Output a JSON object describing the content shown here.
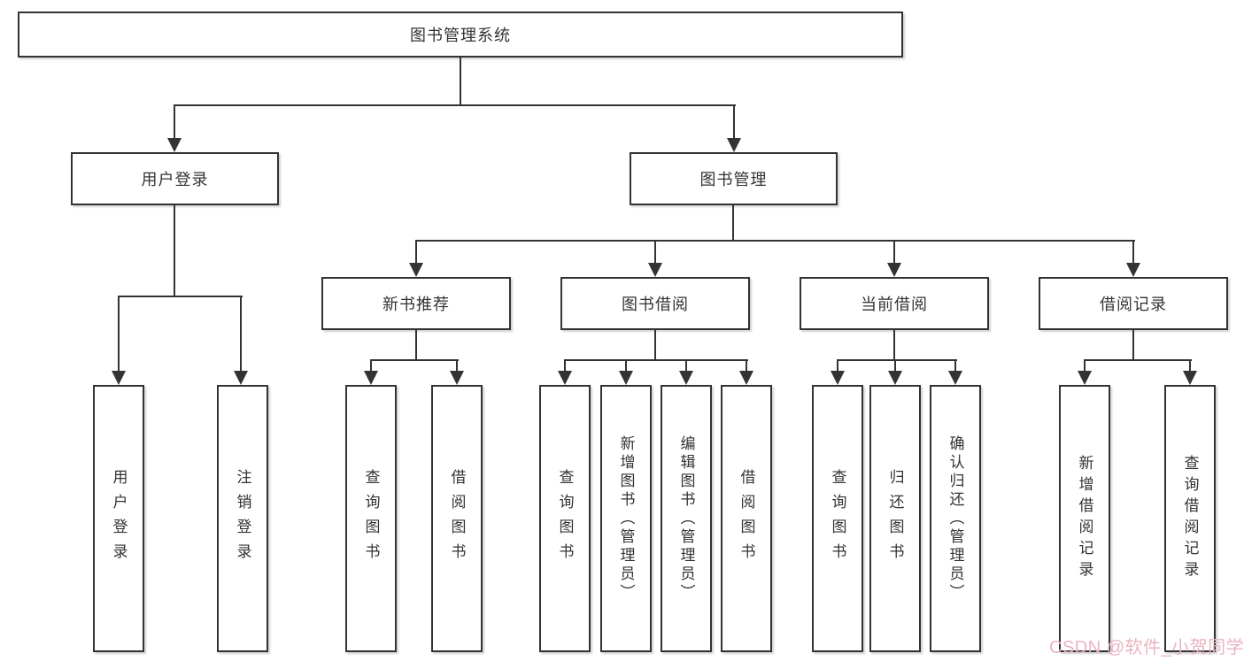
{
  "colors": {
    "line": "#333333",
    "text": "#333333",
    "box_bg": "#ffffff",
    "watermark": "#e9b4c0"
  },
  "watermark": {
    "text": "CSDN @软件_小贺同学"
  },
  "tree": {
    "label": "图书管理系统",
    "children": [
      {
        "label": "用户登录",
        "children": [
          {
            "label": "用户登录"
          },
          {
            "label": "注销登录"
          }
        ]
      },
      {
        "label": "图书管理",
        "children": [
          {
            "label": "新书推荐",
            "children": [
              {
                "label": "查询图书"
              },
              {
                "label": "借阅图书"
              }
            ]
          },
          {
            "label": "图书借阅",
            "children": [
              {
                "label": "查询图书"
              },
              {
                "label": "新增图书（管理员）"
              },
              {
                "label": "编辑图书（管理员）"
              },
              {
                "label": "借阅图书"
              }
            ]
          },
          {
            "label": "当前借阅",
            "children": [
              {
                "label": "查询图书"
              },
              {
                "label": "归还图书"
              },
              {
                "label": "确认归还（管理员）"
              }
            ]
          },
          {
            "label": "借阅记录",
            "children": [
              {
                "label": "新增借阅记录"
              },
              {
                "label": "查询借阅记录"
              }
            ]
          }
        ]
      }
    ]
  }
}
